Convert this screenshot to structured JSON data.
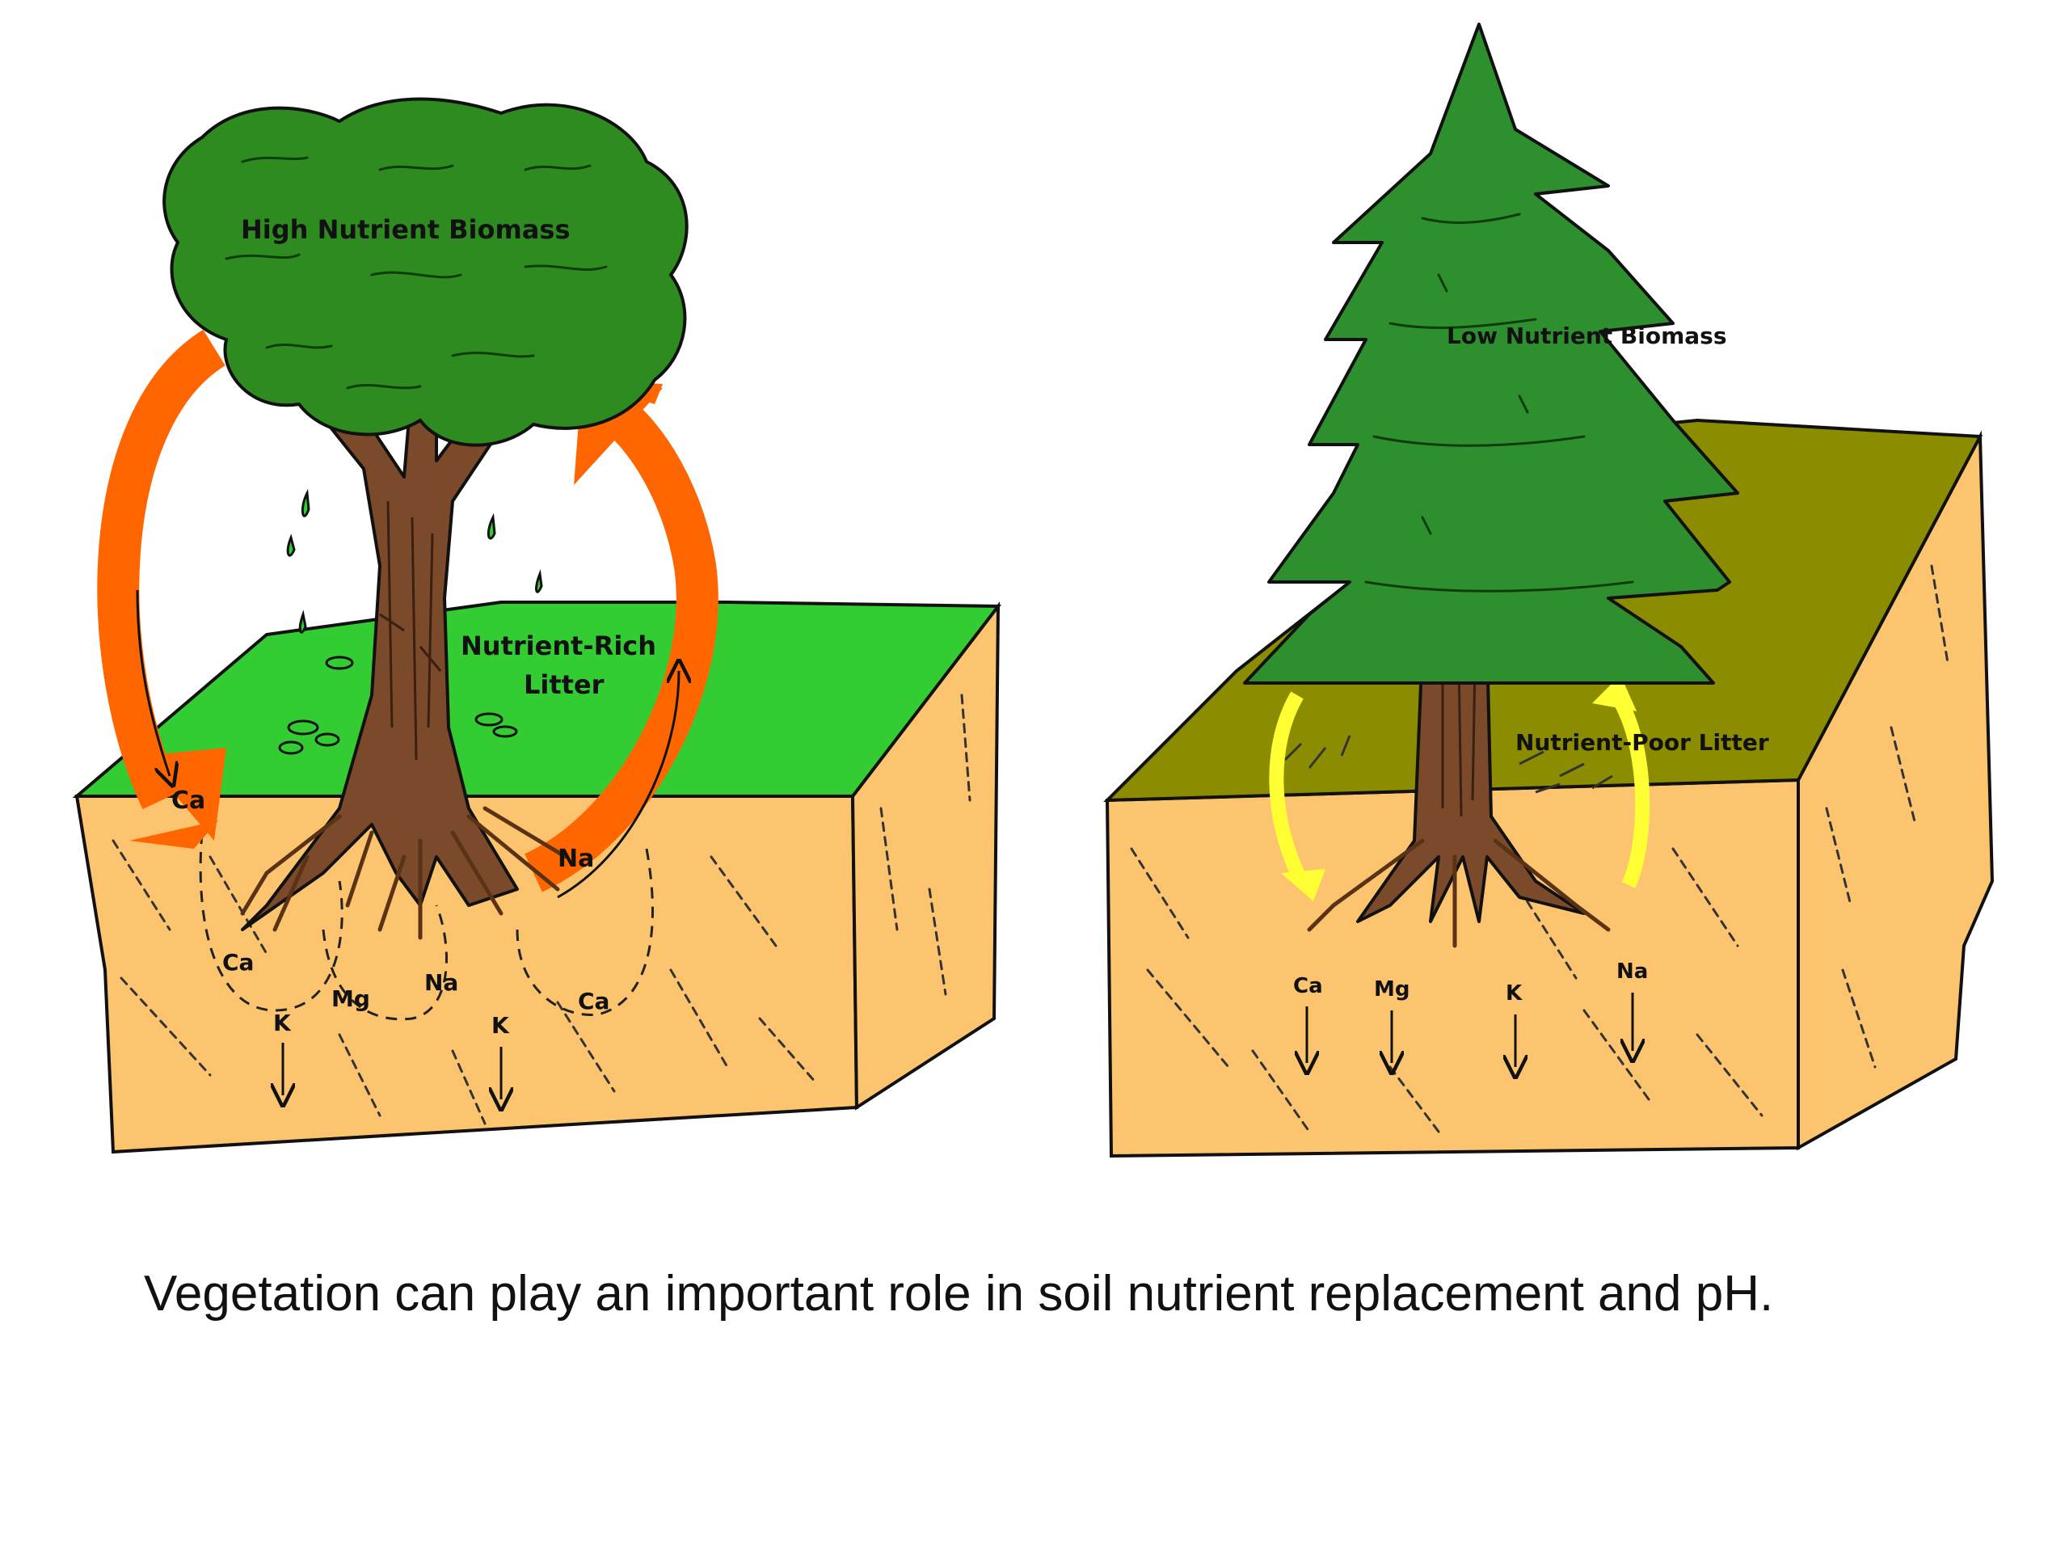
{
  "caption": "Vegetation can play an important role in soil nutrient replacement and pH.",
  "colors": {
    "soil": "#FCC46E",
    "litter_rich": "#33CC33",
    "litter_poor": "#8C8C00",
    "deciduous_canopy": "#2E8B20",
    "conifer": "#2E8F2E",
    "trunk": "#7A4A2A",
    "cycle_arrow": "#FF6600",
    "poor_cycle_arrow": "#FFFF33"
  },
  "left_panel": {
    "canopy_label": "High Nutrient Biomass",
    "litter_label_line1": "Nutrient-Rich",
    "litter_label_line2": "Litter",
    "surface_ca": "Ca",
    "arrow_na": "Na",
    "nutrients": {
      "ca1": "Ca",
      "mg": "Mg",
      "na": "Na",
      "ca2": "Ca",
      "k1": "K",
      "k2": "K"
    }
  },
  "right_panel": {
    "canopy_label": "Low Nutrient Biomass",
    "litter_label": "Nutrient-Poor Litter",
    "nutrients": {
      "ca": "Ca",
      "mg": "Mg",
      "k": "K",
      "na": "Na"
    }
  }
}
